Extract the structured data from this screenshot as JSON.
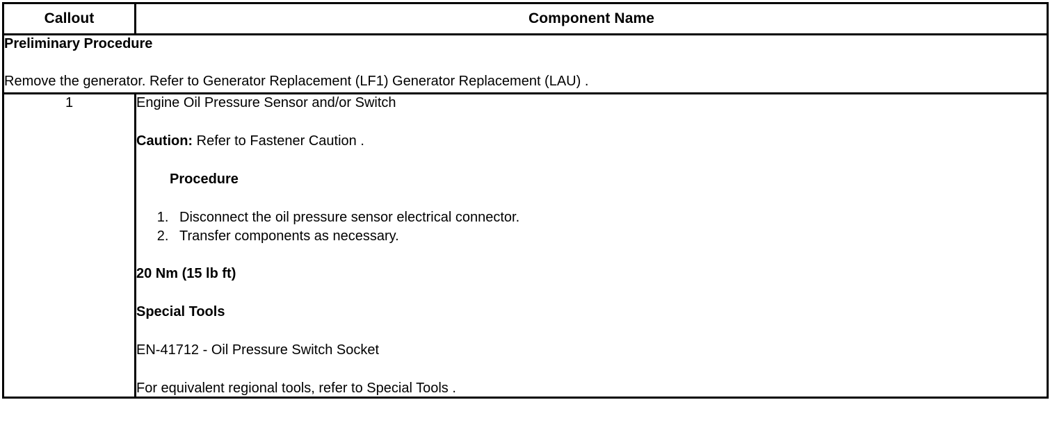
{
  "table": {
    "headers": {
      "callout": "Callout",
      "component_name": "Component Name"
    },
    "preliminary": {
      "title": "Preliminary Procedure",
      "body": "Remove the generator. Refer to Generator Replacement (LF1) Generator Replacement (LAU) ."
    },
    "row": {
      "callout": "1",
      "component_title": "Engine Oil Pressure Sensor and/or Switch",
      "caution_label": "Caution:",
      "caution_text": " Refer to Fastener Caution .",
      "procedure_heading": "Procedure",
      "steps": [
        "Disconnect the oil pressure sensor electrical connector.",
        "Transfer components as necessary."
      ],
      "torque": "20 Nm (15 lb ft)",
      "special_tools_heading": "Special Tools",
      "special_tool": "EN-41712 - Oil Pressure Switch Socket",
      "regional_tools_note": "For equivalent regional tools, refer to Special Tools ."
    }
  },
  "colors": {
    "border": "#000000",
    "text": "#000000",
    "background": "#ffffff"
  }
}
